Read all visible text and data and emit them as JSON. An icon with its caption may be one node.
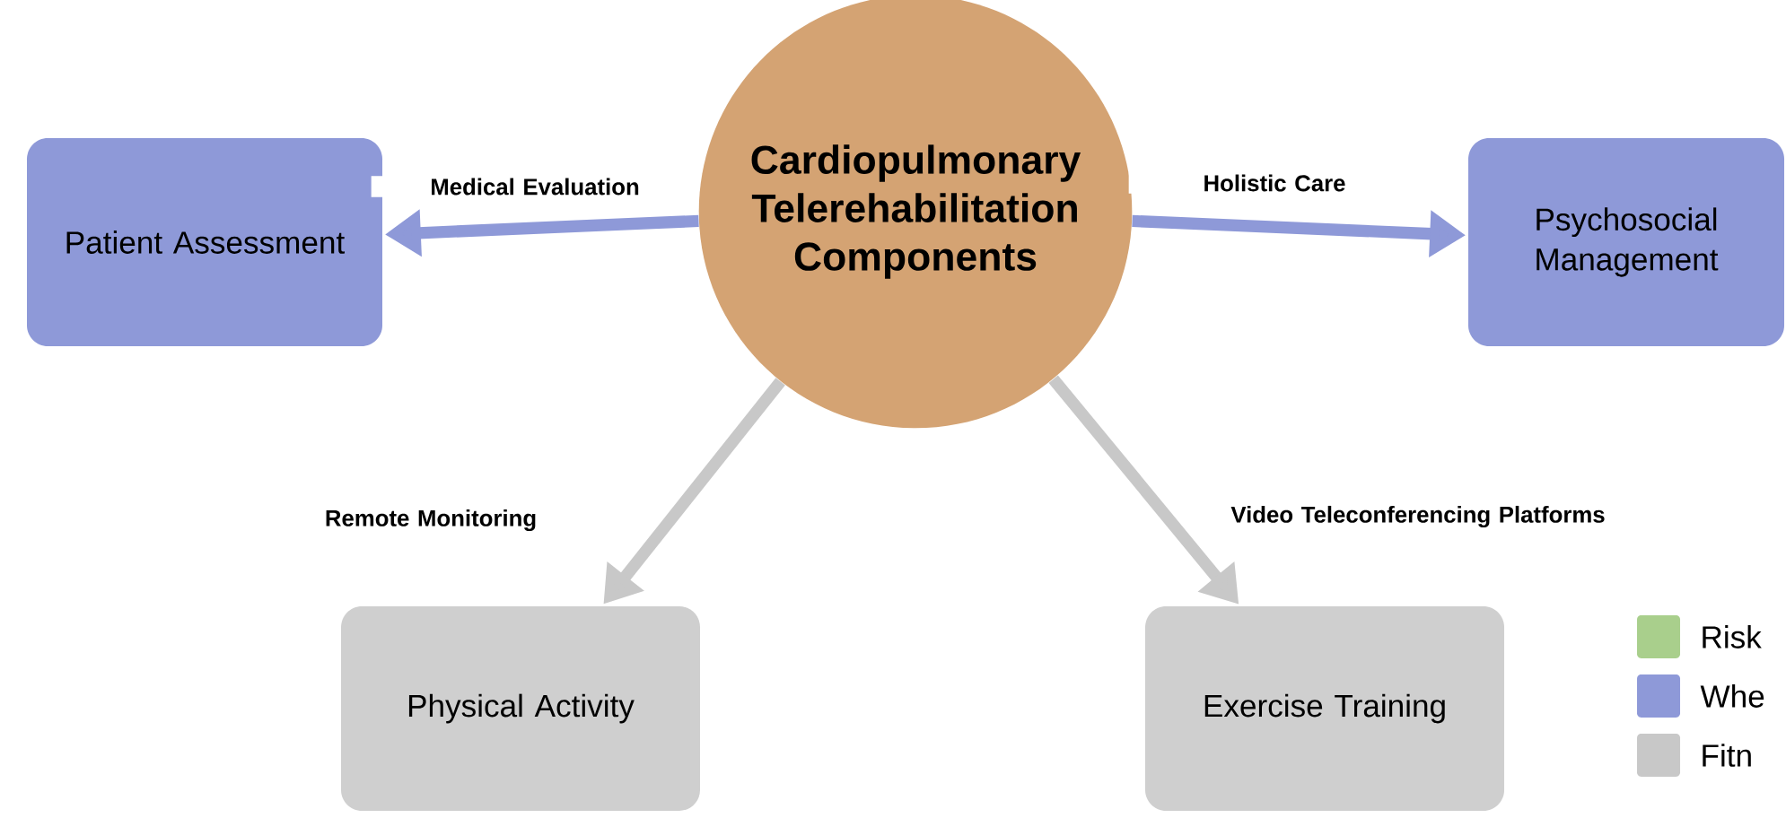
{
  "diagram": {
    "nodes": [
      {
        "text": [
          "Cardiopulmonary Telerehabilitation Components"
        ]
      },
      {
        "text": [
          "Patient Assessment"
        ]
      },
      {
        "text": [
          "Psychosocial Management"
        ]
      },
      {
        "text": [
          "Physical Activity"
        ]
      },
      {
        "text": [
          "Exercise Training"
        ]
      }
    ],
    "edges": [
      {
        "from": 0,
        "to": 1,
        "arrow": "to",
        "label": "Medical Evaluation",
        "color": "#8e99d8"
      },
      {
        "from": 0,
        "to": 2,
        "arrow": "to",
        "label": "Holistic Care",
        "color": "#8e99d8"
      },
      {
        "from": 0,
        "to": 3,
        "arrow": "to",
        "label": "Remote Monitoring",
        "color": "#c8c8c8"
      },
      {
        "from": 0,
        "to": 4,
        "arrow": "to",
        "label": "Video Teleconferencing Platforms",
        "color": "#c8c8c8"
      }
    ],
    "legend": [
      {
        "text": "Risk",
        "color": "#a9cf8c"
      },
      {
        "text": "Whe",
        "color": "#8e99d8"
      },
      {
        "text": "Fitn",
        "color": "#c8c8c8"
      }
    ]
  }
}
